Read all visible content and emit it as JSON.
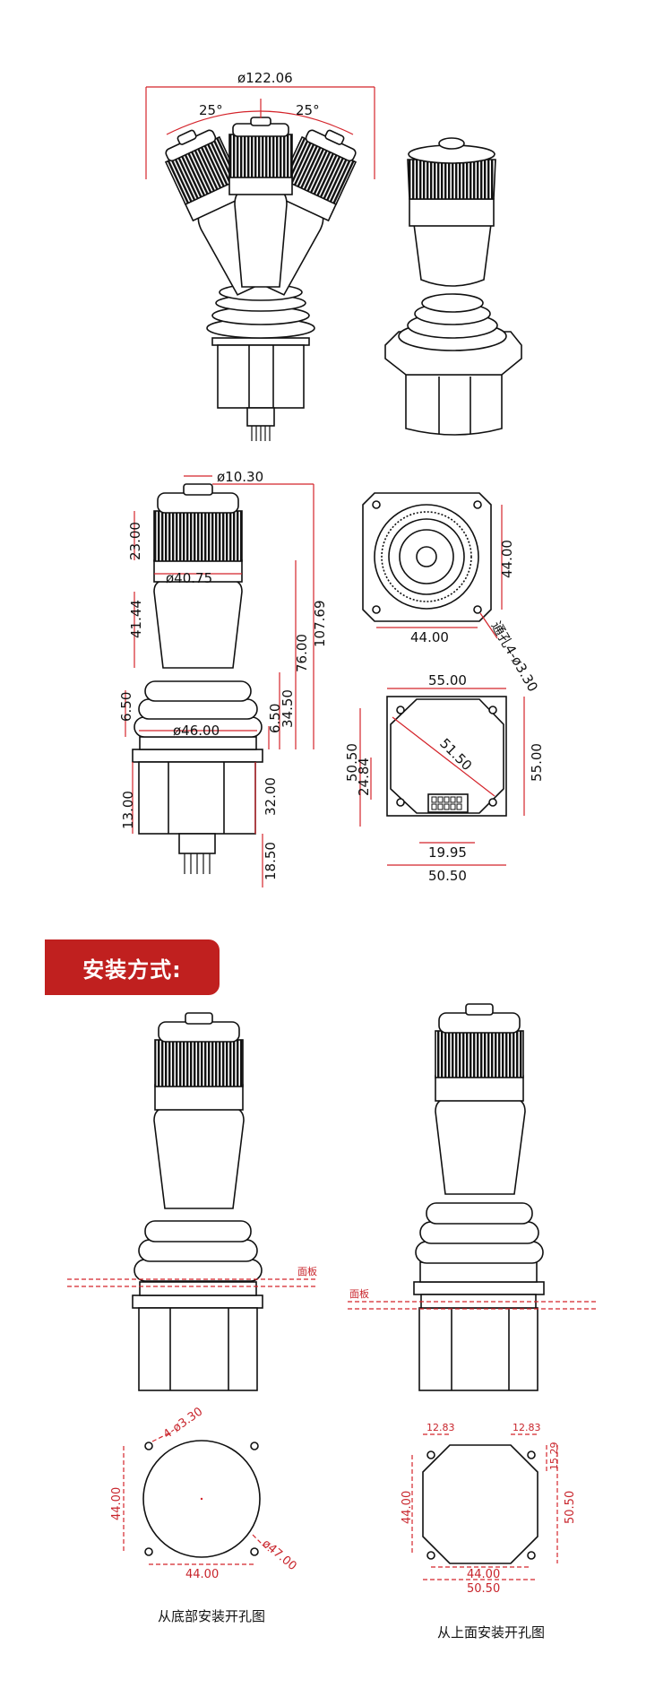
{
  "colors": {
    "accent": "#c0201f",
    "dimension_line": "#d4242b",
    "outline": "#111111"
  },
  "top": {
    "dia": "ø122.06",
    "angle_left": "25°",
    "angle_right": "25°"
  },
  "side": {
    "top_dia": "ø10.30",
    "knob_h": "23.00",
    "mid_dia": "ø40.75",
    "grip_h": "41.44",
    "total_h": "107.69",
    "h76": "76.00",
    "h34": "34.50",
    "boot_h": "6.50",
    "base_dia": "ø46.00",
    "flange_h": "6.50",
    "body_h": "13.00",
    "h32": "32.00",
    "pin_h": "18.50"
  },
  "top_view": {
    "w": "44.00",
    "h": "44.00",
    "holes": "通孔4-ø3.30"
  },
  "bottom_view": {
    "w": "55.00",
    "h": "55.00",
    "diag": "51.50",
    "left_a": "50.50",
    "left_b": "24.84",
    "conn": "19.95",
    "bottom": "50.50"
  },
  "section": {
    "title": "安装方式:"
  },
  "install": {
    "panel_label_left": "面板",
    "panel_label_right": "面板"
  },
  "cutout_left": {
    "holes": "4-ø3.30",
    "h": "44.00",
    "w": "44.00",
    "dia": "ø47.00",
    "caption": "从底部安装开孔图"
  },
  "cutout_right": {
    "c1": "12.83",
    "c2": "12.83",
    "side": "15.29",
    "h": "44.00",
    "outer_h": "50.50",
    "w": "44.00",
    "outer_w": "50.50",
    "caption": "从上面安装开孔图"
  }
}
